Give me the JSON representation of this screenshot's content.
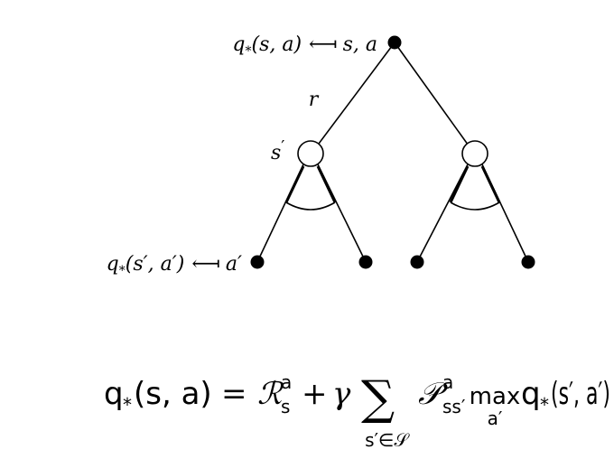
{
  "diagram": {
    "root_label": {
      "q": "q",
      "sub": "*",
      "args": "(s, a)",
      "arrow": "⟻",
      "rhs": "s, a"
    },
    "reward_label": "r",
    "state_label": {
      "base": "s",
      "prime": "′"
    },
    "leaf_label": {
      "q": "q",
      "sub": "*",
      "args": "(s′, a′)",
      "arrow": "⟻",
      "rhs": "a′"
    }
  },
  "equation": {
    "lhs_q": "q",
    "lhs_sub": "*",
    "lhs_args": "(s, a)",
    "eq": "=",
    "R": "ℛ",
    "R_sup": "a",
    "R_sub": "s",
    "plus": "+",
    "gamma": "γ",
    "sum": "∑",
    "sum_sub": "s′∈𝒮",
    "P": "𝒫",
    "P_sup": "a",
    "P_sub": "ss′",
    "max": "max",
    "max_sub": "a′",
    "rhs_q": "q",
    "rhs_sub": "*",
    "rhs_args": "(s′, a′)"
  }
}
